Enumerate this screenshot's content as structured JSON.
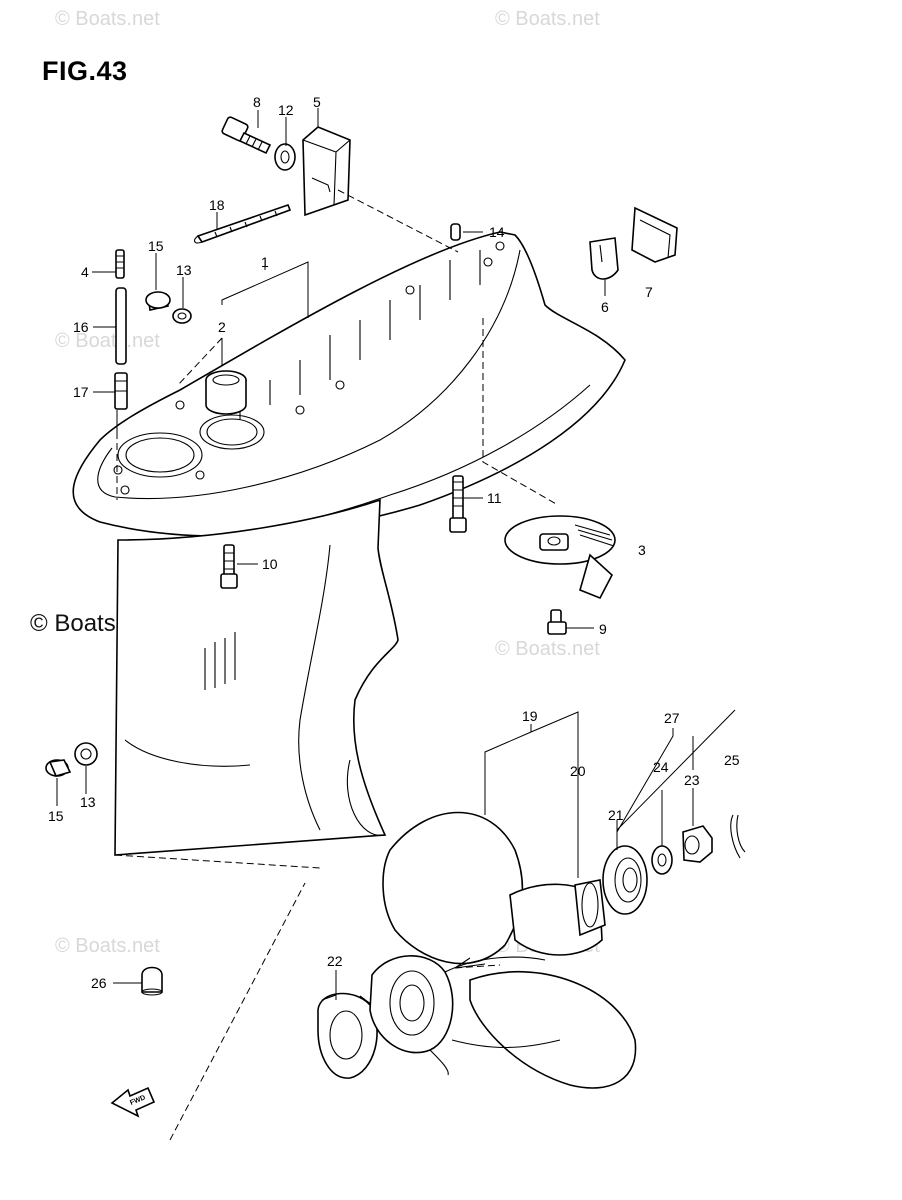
{
  "figure": {
    "title": "FIG.43",
    "watermark_main": "© Boats.net",
    "watermark": "© Boats.net"
  },
  "callouts": {
    "p1": "1",
    "p2": "2",
    "p3": "3",
    "p4": "4",
    "p5": "5",
    "p6": "6",
    "p7": "7",
    "p8": "8",
    "p9": "9",
    "p10": "10",
    "p11": "11",
    "p12": "12",
    "p13a": "13",
    "p13b": "13",
    "p14": "14",
    "p15a": "15",
    "p15b": "15",
    "p16": "16",
    "p17": "17",
    "p18": "18",
    "p19": "19",
    "p20": "20",
    "p21": "21",
    "p22": "22",
    "p23": "23",
    "p24": "24",
    "p25": "25",
    "p26": "26",
    "p27": "27"
  },
  "direction_marker": "FWD"
}
